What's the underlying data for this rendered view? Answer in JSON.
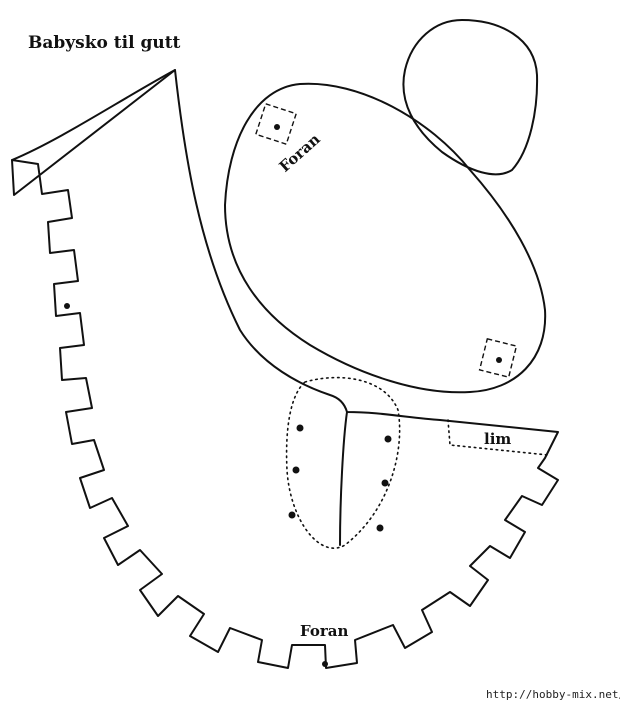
{
  "title": "Babysko til gutt",
  "labels": {
    "sole_front": "Foran",
    "glue": "lim",
    "upper_front": "Foran"
  },
  "watermark": "http://hobby-mix.net/"
}
